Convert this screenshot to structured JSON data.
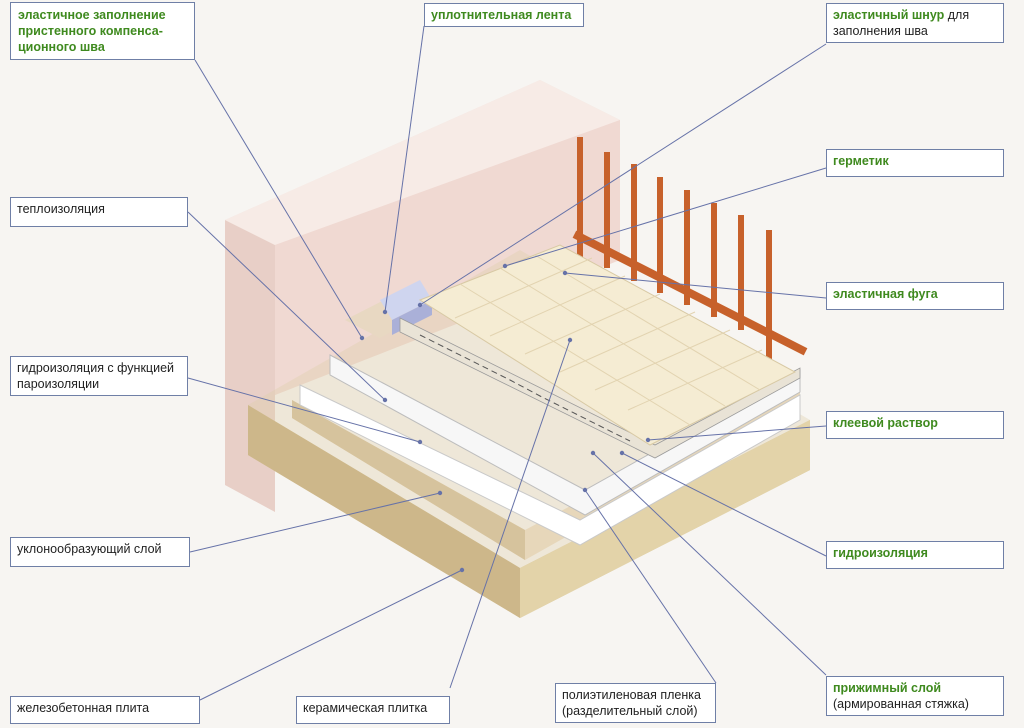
{
  "labels": {
    "elastic_fill": {
      "text": "эластичное заполнение пристенного компенса-ционного шва"
    },
    "sealing_tape": {
      "text": "уплотнительная лента"
    },
    "elastic_cord": {
      "bold": "эластичный шнур",
      "rest": " для",
      "line2": "заполнения шва"
    },
    "sealant": {
      "text": "герметик"
    },
    "elastic_joint": {
      "text": "эластичная фуга"
    },
    "adhesive_mortar": {
      "text": "клеевой раствор"
    },
    "waterproofing": {
      "text": "гидроизоляция"
    },
    "pressure_layer": {
      "bold": "прижимный слой",
      "line2": "(армированная стяжка)"
    },
    "polyethylene_film": {
      "text": "полиэтиленовая пленка",
      "line2": "(разделительный слой)"
    },
    "ceramic_tile": {
      "text": "керамическая плитка"
    },
    "concrete_slab": {
      "text": "железобетонная плита"
    },
    "slope_layer": {
      "text": "уклонообразующий слой"
    },
    "vapor_waterproofing": {
      "text": "гидроизоляция с функцией",
      "line2": "пароизоляции"
    },
    "thermal_insulation": {
      "text": "теплоизоляция"
    }
  },
  "colors": {
    "accent_label": "#3f8a1f",
    "leader": "#6672a8",
    "wall": "#f1dcd6",
    "slab_top": "#dccfa8",
    "slab_side": "#ccb890",
    "tile": "#f5ecd3",
    "railing": "#c7612b",
    "insulation": "#f0eeea"
  }
}
